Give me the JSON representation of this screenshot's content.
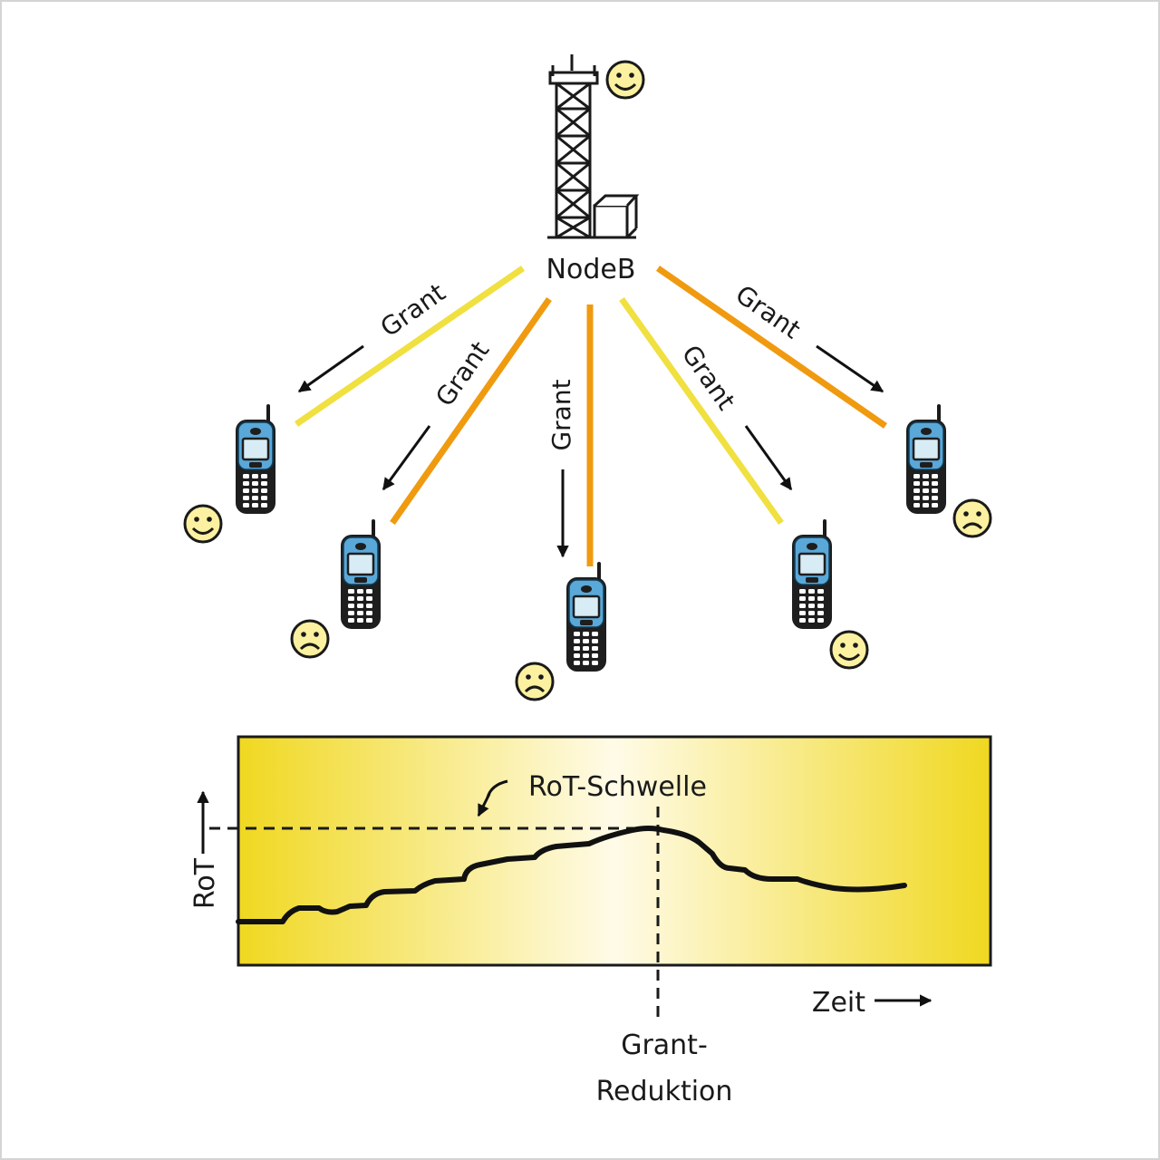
{
  "nodeb": {
    "label": "NodeB",
    "mood": "happy"
  },
  "grant_label": "Grant",
  "links": [
    {
      "id": "ue1",
      "color": "#f0e040",
      "mood": "happy",
      "has_grant_label": true
    },
    {
      "id": "ue2",
      "color": "#f09a10",
      "mood": "sad",
      "has_grant_label": true
    },
    {
      "id": "ue3",
      "color": "#f09a10",
      "mood": "sad",
      "has_grant_label": true
    },
    {
      "id": "ue4",
      "color": "#f0e040",
      "mood": "happy",
      "has_grant_label": true
    },
    {
      "id": "ue5",
      "color": "#f09a10",
      "mood": "sad",
      "has_grant_label": true
    }
  ],
  "plot": {
    "y_label": "RoT",
    "x_label": "Zeit",
    "threshold_label": "RoT-Schwelle",
    "event_label_line1": "Grant-",
    "event_label_line2": "Reduktion",
    "gradient_colors": {
      "edge": "#f0d820",
      "center": "#fffbe8"
    }
  },
  "colors": {
    "smiley_fill": "#fbf1a0",
    "phone_body": "#5aa8d8",
    "line_yellow": "#f0e040",
    "line_orange": "#f09a10"
  }
}
